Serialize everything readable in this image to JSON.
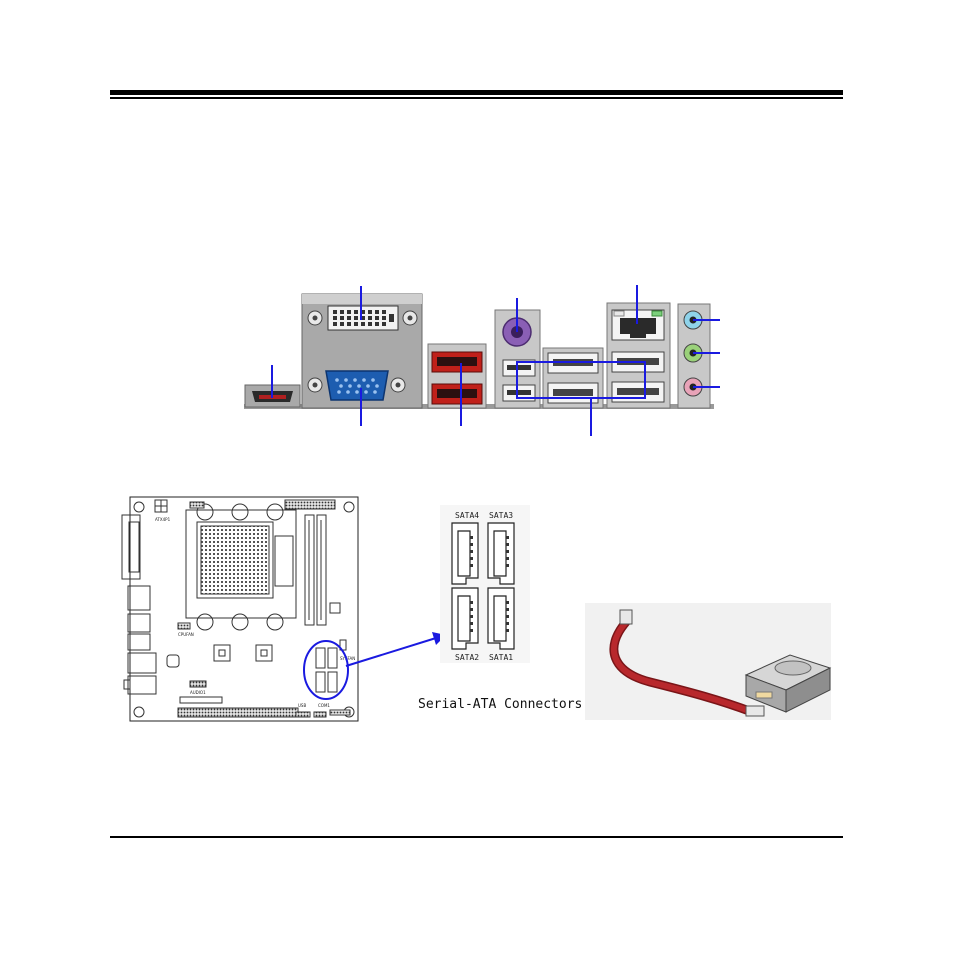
{
  "sata_panel": {
    "labels": [
      "SATA4",
      "SATA3",
      "SATA2",
      "SATA1"
    ],
    "caption": "Serial-ATA Connectors"
  },
  "board": {
    "silkscreen": [
      "ATX4P1",
      "CPUFAN",
      "SYSFAN",
      "AUDIO1",
      "USB",
      "COM1"
    ]
  },
  "colors": {
    "callout": "#1a1ae0",
    "port_gray": "#a9a9a9",
    "port_dark": "#3b3b3b",
    "esata_red": "#c0201a",
    "vga_blue": "#1d5db0",
    "cable_red": "#b8282c"
  }
}
